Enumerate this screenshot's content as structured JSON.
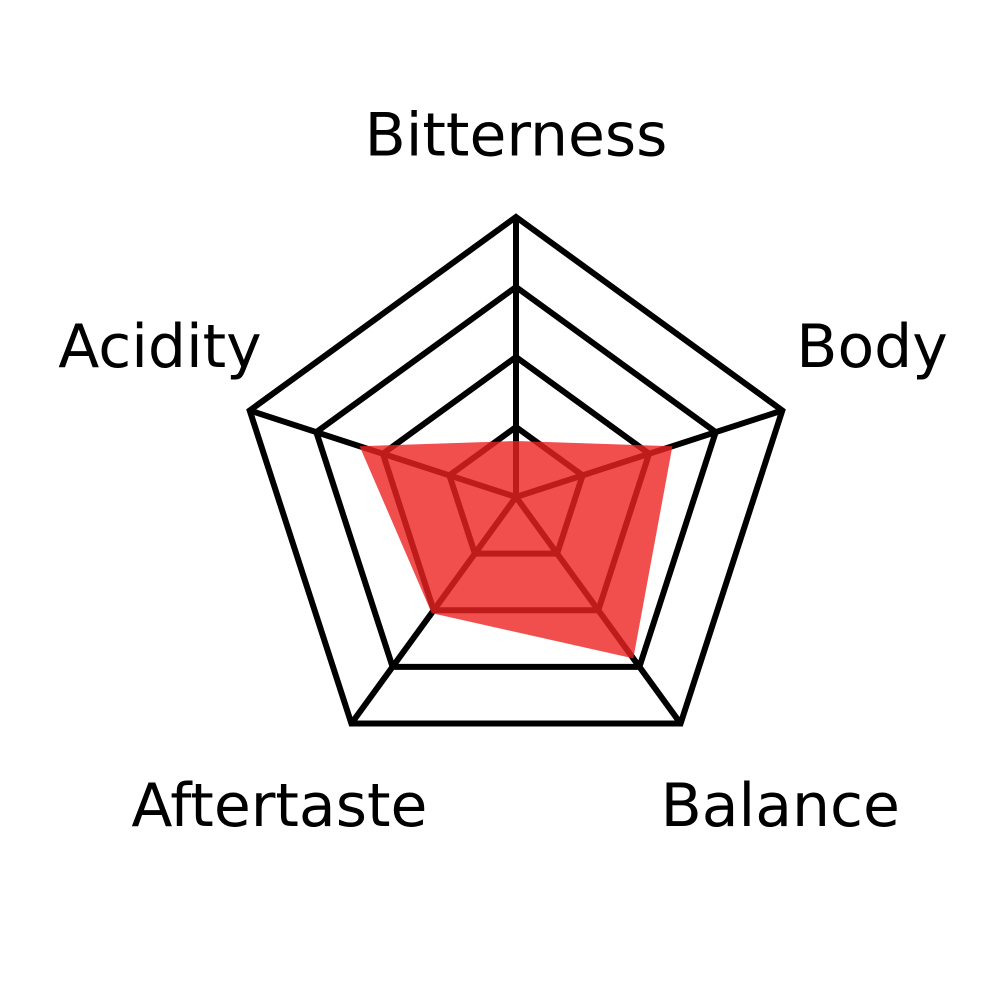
{
  "chart_data": {
    "type": "radar",
    "title": "",
    "axes": [
      "Bitterness",
      "Body",
      "Balance",
      "Aftertaste",
      "Acidity"
    ],
    "rlim": [
      0,
      4
    ],
    "grid_levels": [
      1,
      2,
      3,
      4
    ],
    "grid": true,
    "legend": "none",
    "series": [
      {
        "values": [
          0.8,
          2.35,
          2.85,
          2.05,
          2.35
        ],
        "color": "#ee2222"
      }
    ]
  }
}
